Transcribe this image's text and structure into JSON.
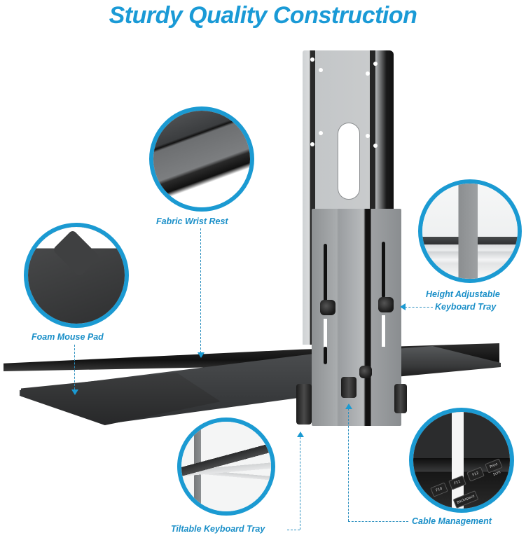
{
  "title": "Sturdy Quality Construction",
  "accent_color": "#1a9ad6",
  "callouts": [
    {
      "id": "wrist-rest",
      "label": "Fabric Wrist Rest",
      "icon": "wrist-rest-closeup"
    },
    {
      "id": "mouse-pad",
      "label": "Foam Mouse Pad",
      "icon": "mouse-pad-closeup"
    },
    {
      "id": "height-adjust",
      "label_line1": "Height Adjustable",
      "label_line2": "Keyboard Tray",
      "icon": "height-adjust-closeup"
    },
    {
      "id": "tilt",
      "label": "Tiltable Keyboard Tray",
      "icon": "tilt-closeup"
    },
    {
      "id": "cable",
      "label": "Cable Management",
      "icon": "cable-management-closeup"
    }
  ],
  "keyboard_keys": [
    "F10",
    "F11",
    "F12",
    "Print Scrn",
    "Backspace"
  ]
}
